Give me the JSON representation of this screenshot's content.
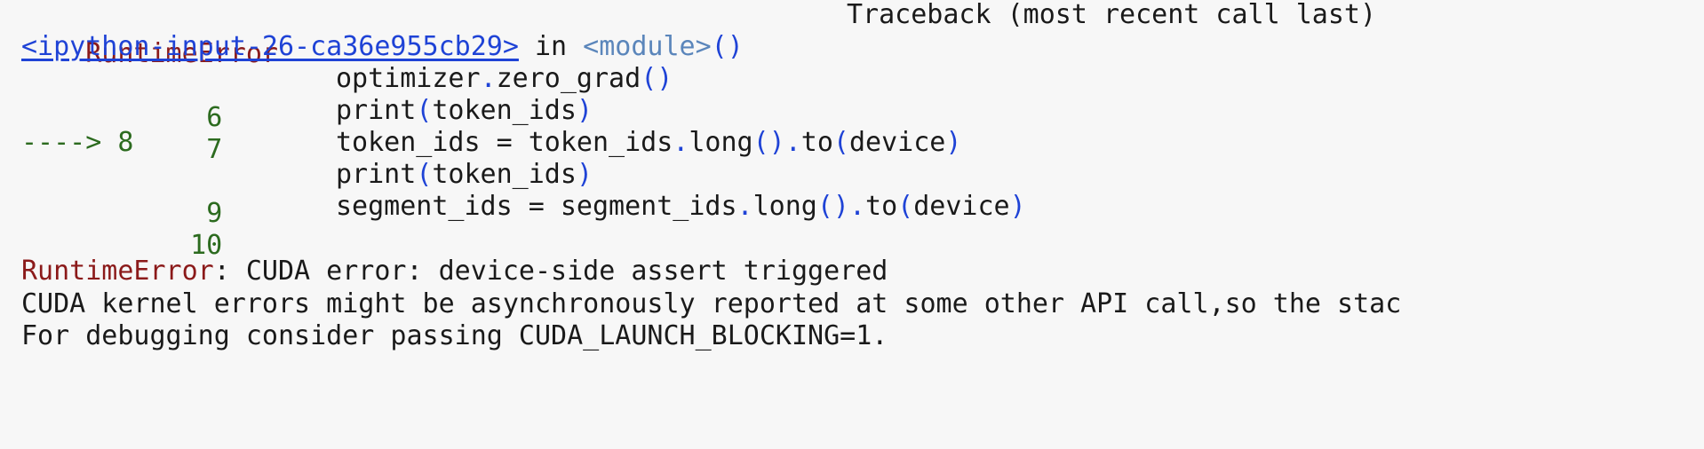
{
  "traceback": {
    "error_type": "RuntimeError",
    "header_note": "Traceback (most recent call last)",
    "source_link": "<ipython-input-26-ca36e955cb29>",
    "in_word": "in",
    "module_name": "<module>",
    "call_parens": "()"
  },
  "code_lines": [
    {
      "number": "6",
      "arrow": "",
      "parts": [
        "optimizer",
        ".",
        "zero_grad",
        "()",
        ""
      ]
    },
    {
      "number": "7",
      "arrow": "",
      "parts": [
        "print",
        "(",
        "token_ids",
        ")",
        ""
      ]
    },
    {
      "number": "8",
      "arrow": "---->",
      "parts": [
        "token_ids = token_ids",
        ".",
        "long",
        "()",
        ".",
        "to",
        "(",
        "device",
        ")"
      ]
    },
    {
      "number": "9",
      "arrow": "",
      "parts": [
        "print",
        "(",
        "token_ids",
        ")",
        ""
      ]
    },
    {
      "number": "10",
      "arrow": "",
      "parts": [
        "segment_ids = segment_ids",
        ".",
        "long",
        "()",
        ".",
        "to",
        "(",
        "device",
        ")"
      ]
    }
  ],
  "error_message": {
    "type": "RuntimeError",
    "separator": ":",
    "message": " CUDA error: device-side assert triggered",
    "line2": "CUDA kernel errors might be asynchronously reported at some other API call,so the stac",
    "line3": "For debugging consider passing CUDA_LAUNCH_BLOCKING=1."
  },
  "colors": {
    "error_red": "#8b1a1a",
    "line_number_green": "#2c6b1f",
    "link_blue": "#1f43d6",
    "module_blue": "#5b86bb",
    "background": "#f7f7f7"
  }
}
